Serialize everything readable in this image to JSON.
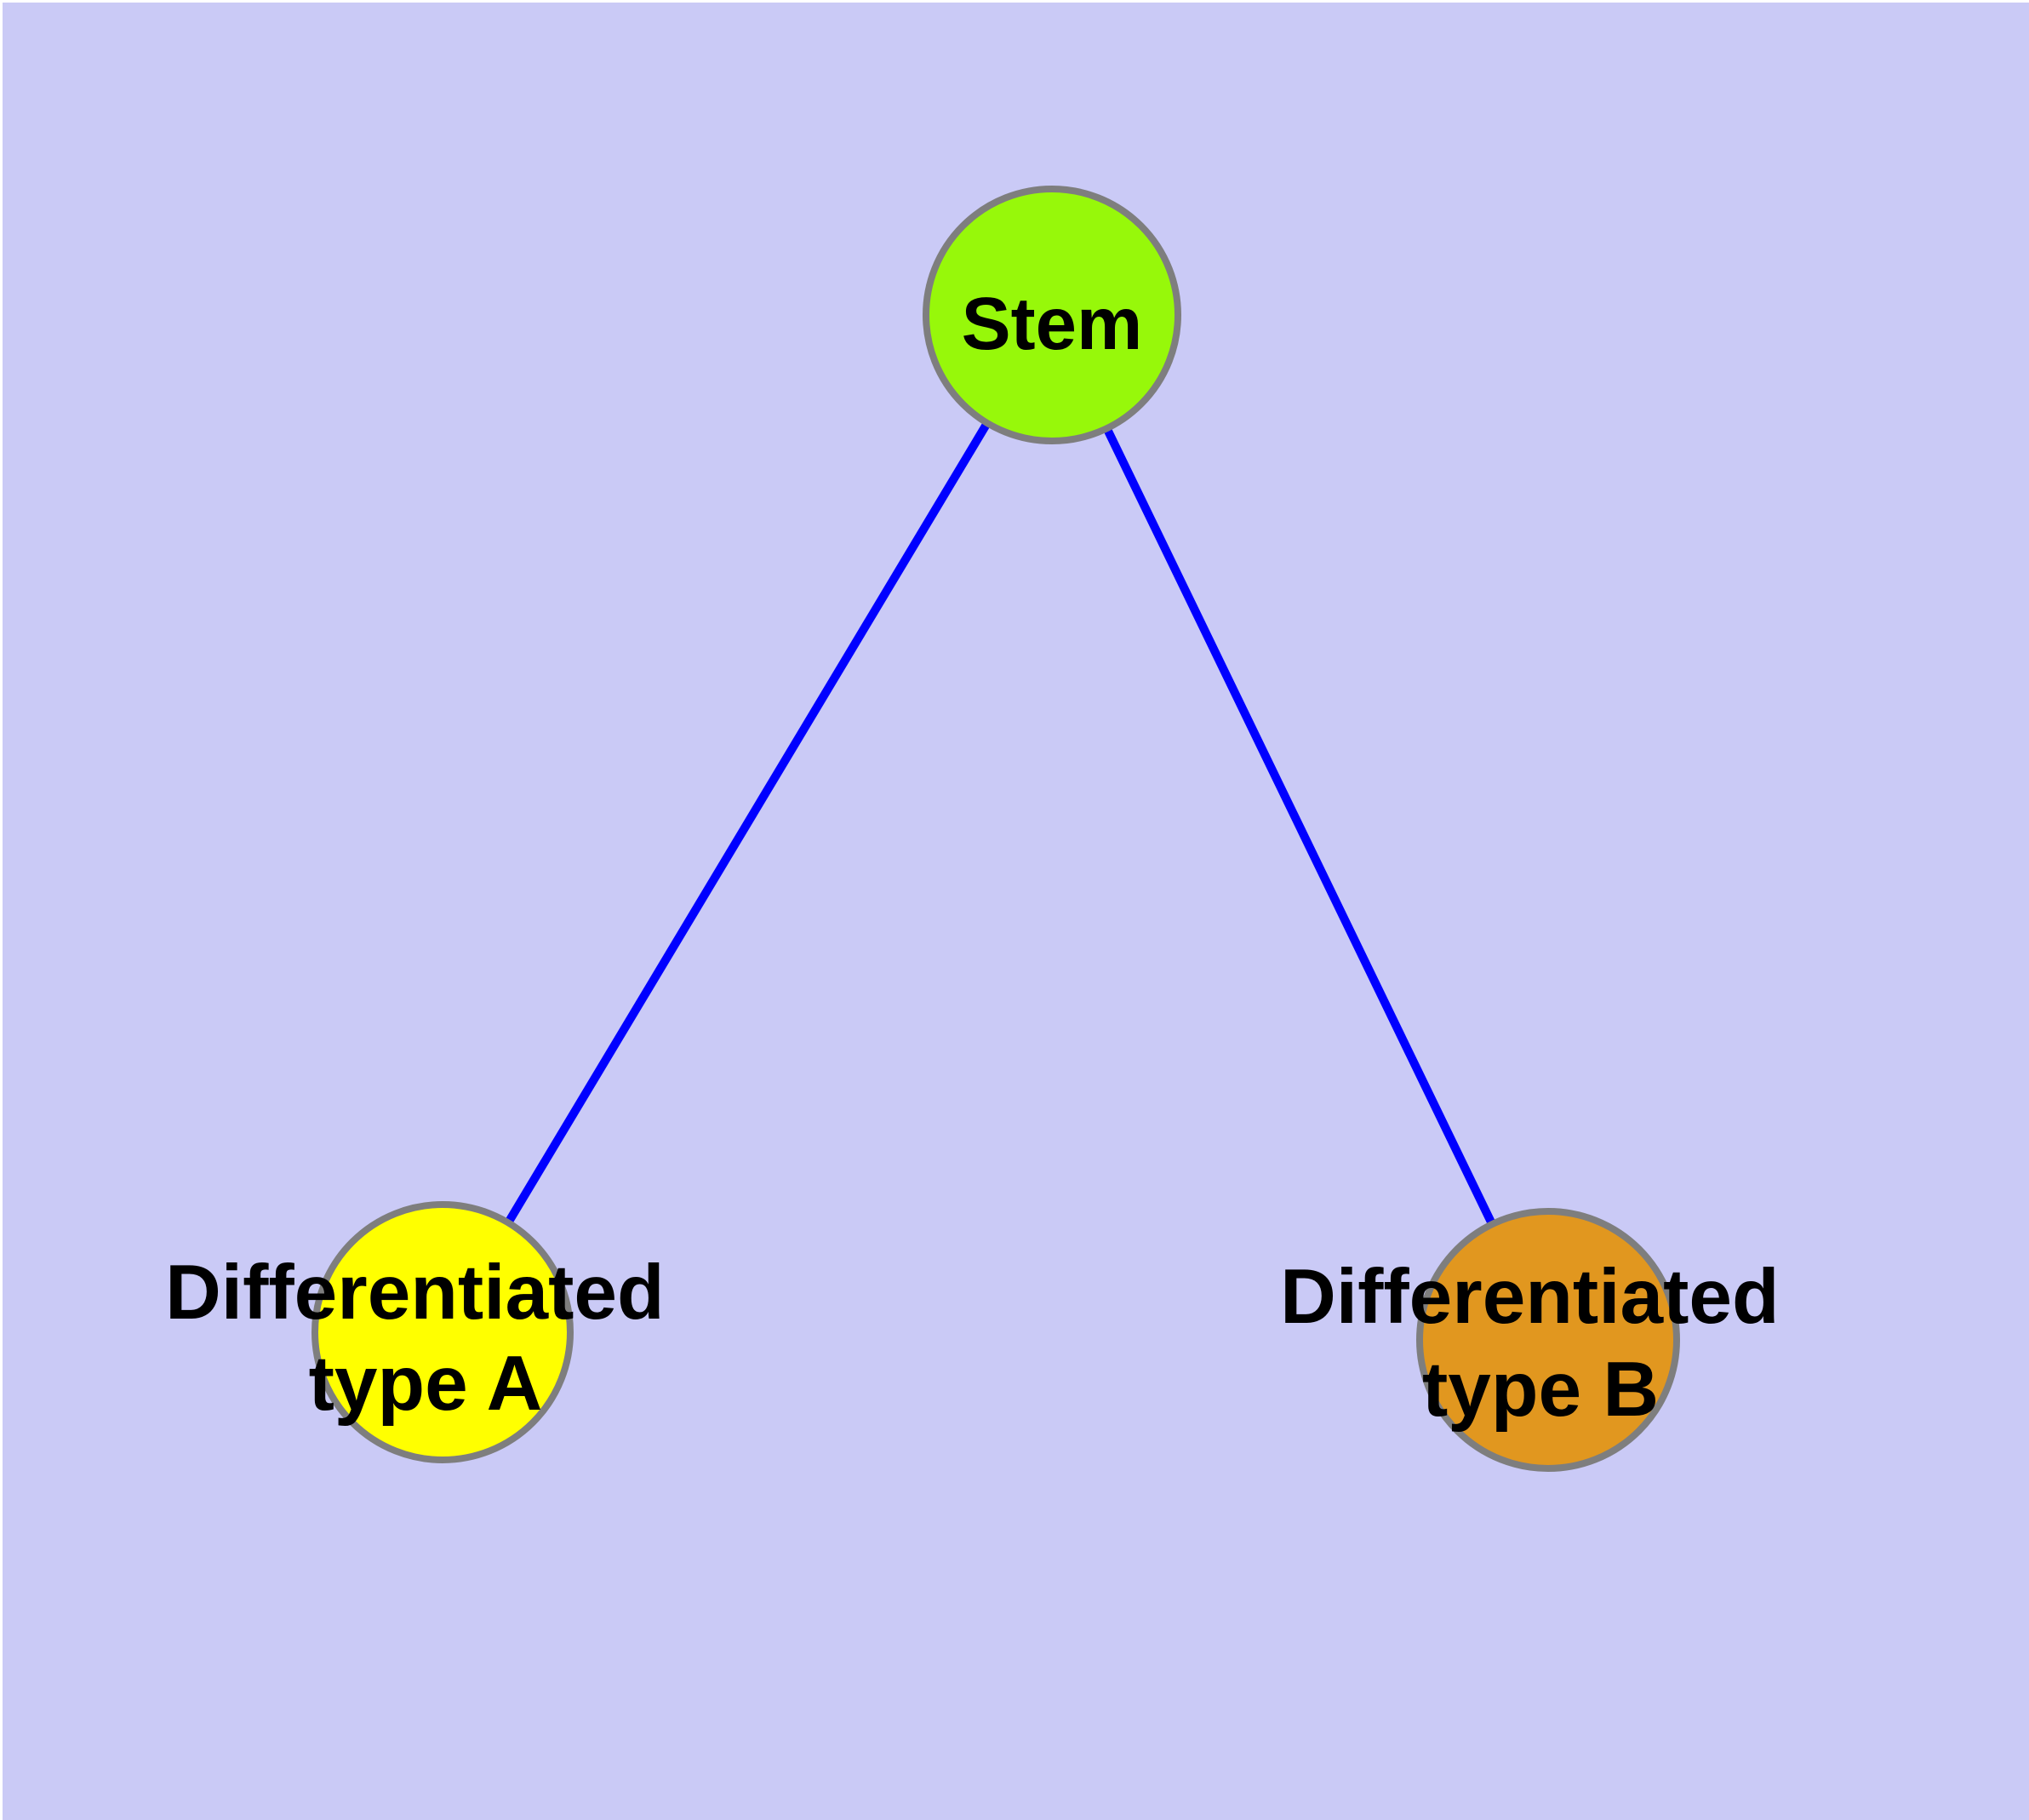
{
  "canvas": {
    "background_color": "#CACAF6",
    "frame_color": "#FFFFFF"
  },
  "diagram": {
    "type": "graph",
    "description": "Stem cell differentiation tree with one root node and two differentiated child nodes",
    "edge_color": "#0000FF",
    "node_border_color": "#7E7E7E",
    "label_color": "#000000",
    "nodes": [
      {
        "id": "stem",
        "label": "Stem",
        "fill": "#97F80A"
      },
      {
        "id": "type-a",
        "label": "Differentiated type A",
        "label_line1": "Differentiated",
        "label_line2": "type A",
        "fill": "#FFFF00"
      },
      {
        "id": "type-b",
        "label": "Differentiated type B",
        "label_line1": "Differentiated",
        "label_line2": "type B",
        "fill": "#E1971F"
      }
    ],
    "edges": [
      {
        "from": "Stem",
        "to": "Differentiated type A"
      },
      {
        "from": "Stem",
        "to": "Differentiated type B"
      }
    ]
  }
}
